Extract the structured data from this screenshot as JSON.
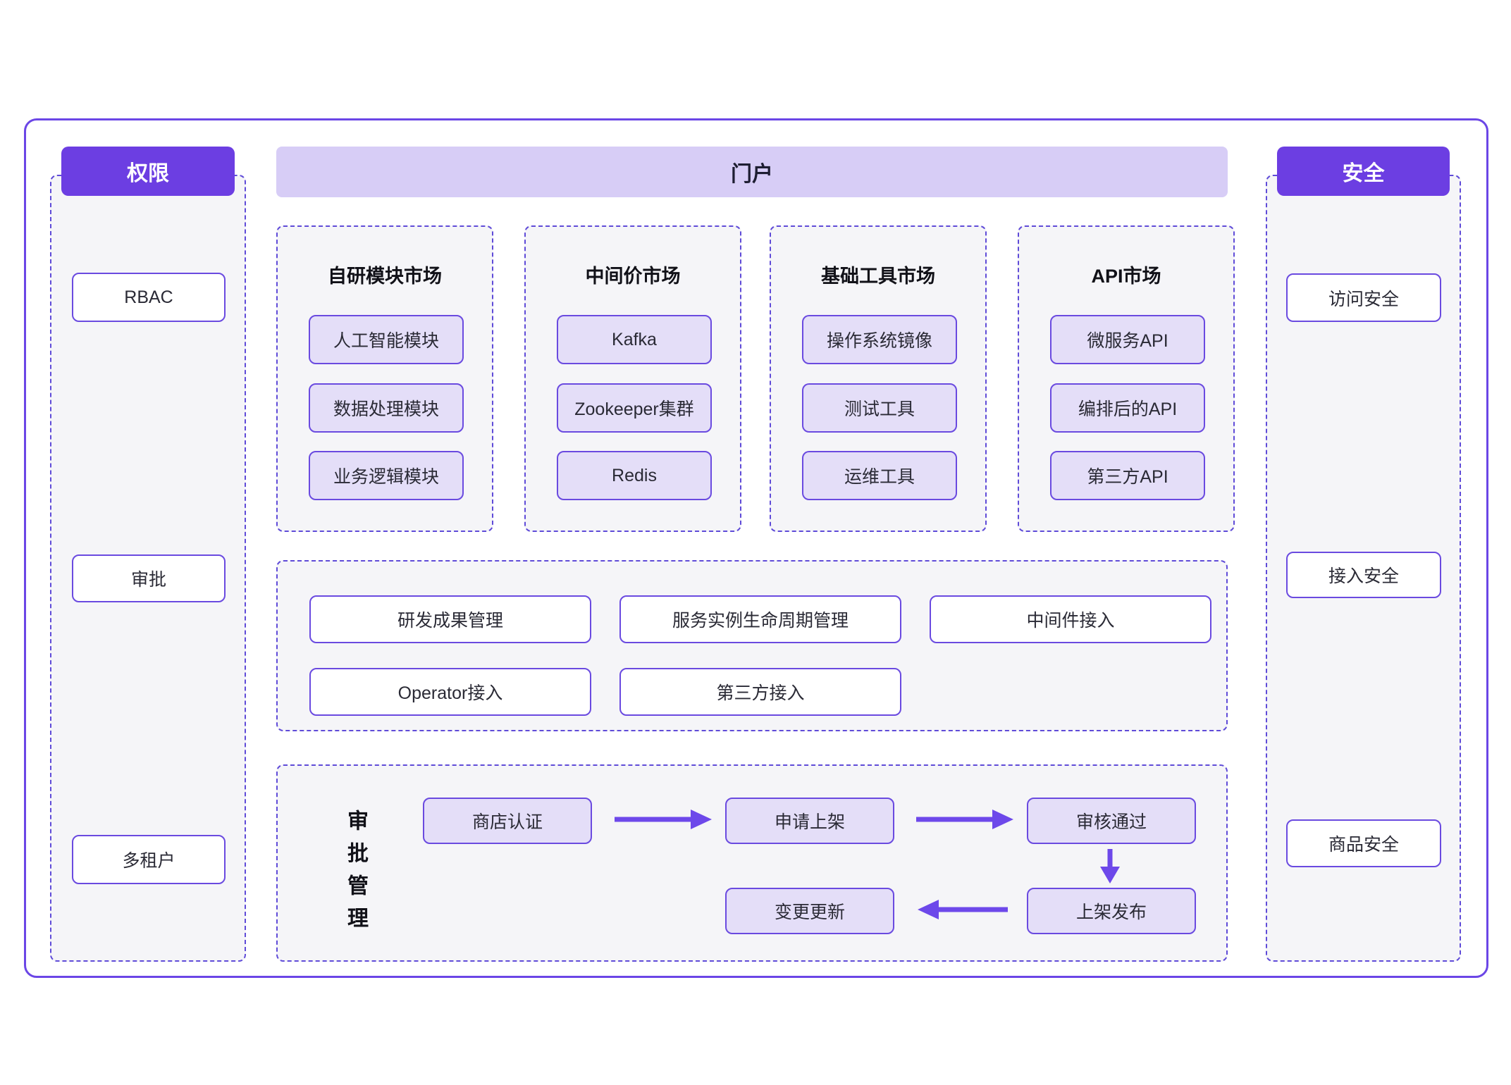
{
  "left_panel": {
    "title": "权限",
    "items": [
      "RBAC",
      "审批",
      "多租户"
    ]
  },
  "portal": {
    "title": "门户"
  },
  "markets": [
    {
      "title": "自研模块市场",
      "items": [
        "人工智能模块",
        "数据处理模块",
        "业务逻辑模块"
      ]
    },
    {
      "title": "中间价市场",
      "items": [
        "Kafka",
        "Zookeeper集群",
        "Redis"
      ]
    },
    {
      "title": "基础工具市场",
      "items": [
        "操作系统镜像",
        "测试工具",
        "运维工具"
      ]
    },
    {
      "title": "API市场",
      "items": [
        "微服务API",
        "编排后的API",
        "第三方API"
      ]
    }
  ],
  "management": {
    "row1": [
      "研发成果管理",
      "服务实例生命周期管理",
      "中间件接入"
    ],
    "row2": [
      "Operator接入",
      "第三方接入"
    ]
  },
  "approval_flow": {
    "label": "审批管理",
    "steps": [
      "商店认证",
      "申请上架",
      "审核通过",
      "上架发布",
      "变更更新"
    ]
  },
  "right_panel": {
    "title": "安全",
    "items": [
      "访问安全",
      "接入安全",
      "商品安全"
    ]
  },
  "colors": {
    "accent_purple": "#6c3ee2",
    "portal_bar": "#d7cdf6",
    "node_fill_purple": "#e4def8",
    "node_border": "#6a4ae0",
    "dashed_border": "#5f4bd8",
    "panel_fill": "#f5f5f8",
    "arrow": "#6d48ea",
    "frame_border": "#6b46e6"
  }
}
